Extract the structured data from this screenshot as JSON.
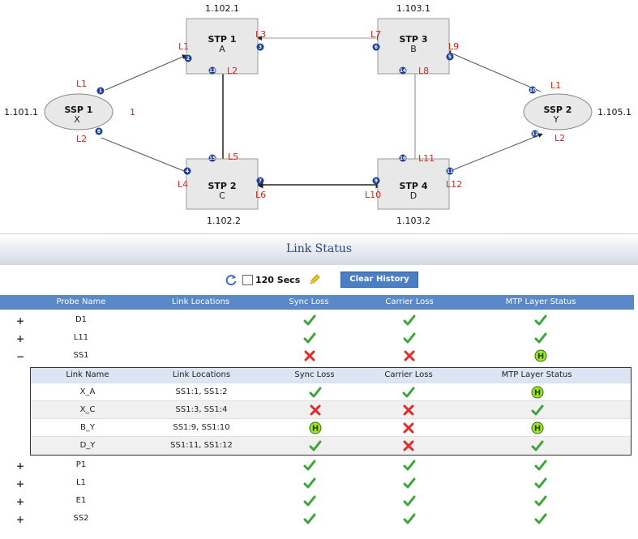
{
  "topology": {
    "nodes": {
      "stp1": {
        "name": "STP 1",
        "sub": "A",
        "addr": "1.102.1"
      },
      "stp3": {
        "name": "STP 3",
        "sub": "B",
        "addr": "1.103.1"
      },
      "stp2": {
        "name": "STP 2",
        "sub": "C",
        "addr": "1.102.2"
      },
      "stp4": {
        "name": "STP 4",
        "sub": "D",
        "addr": "1.103.2"
      },
      "ssp1": {
        "name": "SSP 1",
        "sub": "X",
        "addr": "1.101.1",
        "extra": "1"
      },
      "ssp2": {
        "name": "SSP 2",
        "sub": "Y",
        "addr": "1.105.1"
      }
    },
    "links": {
      "l1a": "L1",
      "l1b": "L1",
      "l2a": "L2",
      "l3": "L3",
      "l7": "L7",
      "l9": "L9",
      "l1c": "L1",
      "l8": "L8",
      "l2b": "L2",
      "l4": "L4",
      "l5": "L5",
      "l6": "L6",
      "l10": "L10",
      "l11": "L11",
      "l12": "L12",
      "l2c": "L2"
    },
    "ports": {
      "p1": "1",
      "p2": "2",
      "p3": "3",
      "p4": "6",
      "p5": "5",
      "p6": "13",
      "p7": "14",
      "p8": "8",
      "p9": "4",
      "p10": "10",
      "p11": "12",
      "p12": "15",
      "p13": "9",
      "p14": "7",
      "p15": "16",
      "p16": "11"
    }
  },
  "status_panel": {
    "title": "Link Status",
    "interval_label": "120 Secs",
    "clear_button": "Clear History"
  },
  "main_table": {
    "headers": [
      "Probe Name",
      "Link Locations",
      "Sync Loss",
      "Carrier Loss",
      "MTP Layer Status"
    ],
    "rows": [
      {
        "expander": "+",
        "name": "D1",
        "sync": "ok",
        "carrier": "ok",
        "mtp": "ok"
      },
      {
        "expander": "+",
        "name": "L11",
        "sync": "ok",
        "carrier": "ok",
        "mtp": "ok"
      },
      {
        "expander": "−",
        "name": "SS1",
        "sync": "fail",
        "carrier": "fail",
        "mtp": "H"
      },
      {
        "expander": "+",
        "name": "P1",
        "sync": "ok",
        "carrier": "ok",
        "mtp": "ok"
      },
      {
        "expander": "+",
        "name": "L1",
        "sync": "ok",
        "carrier": "ok",
        "mtp": "ok"
      },
      {
        "expander": "+",
        "name": "E1",
        "sync": "ok",
        "carrier": "ok",
        "mtp": "ok"
      },
      {
        "expander": "+",
        "name": "SS2",
        "sync": "ok",
        "carrier": "ok",
        "mtp": "ok"
      }
    ]
  },
  "sub_table": {
    "headers": [
      "Link Name",
      "Link Locations",
      "Sync Loss",
      "Carrier Loss",
      "MTP Layer Status"
    ],
    "rows": [
      {
        "name": "X_A",
        "locations": "SS1:1, SS1:2",
        "sync": "ok",
        "carrier": "ok",
        "mtp": "H"
      },
      {
        "name": "X_C",
        "locations": "SS1:3, SS1:4",
        "sync": "fail",
        "carrier": "fail",
        "mtp": "ok"
      },
      {
        "name": "B_Y",
        "locations": "SS1:9, SS1:10",
        "sync": "H",
        "carrier": "fail",
        "mtp": "H"
      },
      {
        "name": "D_Y",
        "locations": "SS1:11, SS1:12",
        "sync": "ok",
        "carrier": "fail",
        "mtp": "ok"
      }
    ]
  },
  "colors": {
    "ok": "#3aa63a",
    "fail": "#e02b2b",
    "warn_fill": "#a6e22e",
    "header_bg": "#5b88c8",
    "link_label": "#d0281a"
  }
}
